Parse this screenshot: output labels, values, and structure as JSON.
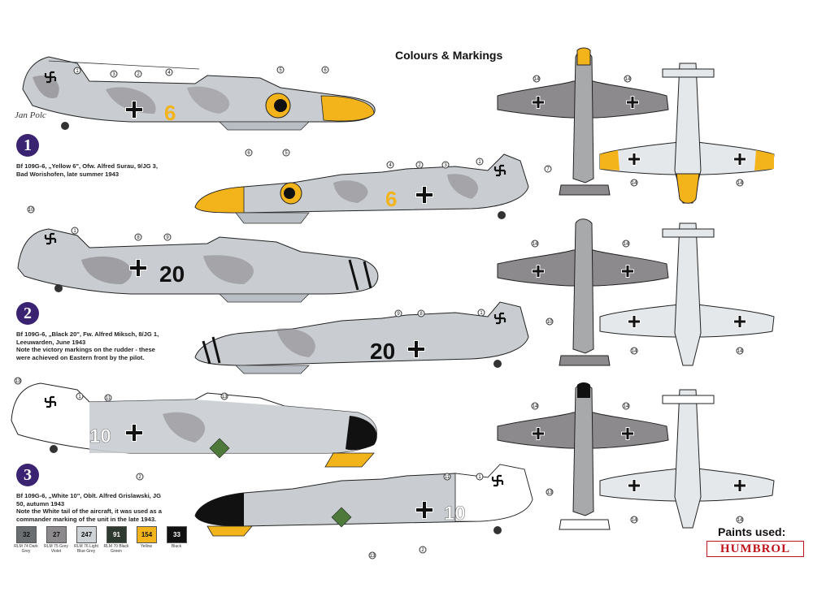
{
  "title": "Colours & Markings",
  "signature": "Jan Polc",
  "schemes": [
    {
      "number": "1",
      "caption_lines": [
        "Bf 109G-6, „Yellow 6\", Ofw. Alfred Surau, 9/JG 3,",
        "Bad Worishofen, late summer 1943"
      ],
      "fuselage_code": "6"
    },
    {
      "number": "2",
      "caption_lines": [
        "Bf 109G-6, „Black 20\", Fw. Alfred Miksch, 8/JG 1,",
        "Leeuwarden, June 1943"
      ],
      "note_lines": [
        "Note the victory markings on the rudder - these",
        "were achieved on Eastern front by the pilot."
      ],
      "fuselage_code": "20"
    },
    {
      "number": "3",
      "caption_lines": [
        "Bf 109G-6, „White 10\", Oblt. Alfred Grislawski, JG",
        "50, autumn 1943"
      ],
      "note_lines": [
        "Note the White tail of the aircraft, it was used as a",
        "commander marking of the unit in the late 1943."
      ],
      "fuselage_code": "10"
    }
  ],
  "paints": [
    {
      "code": "32",
      "name": "RLM 74 Dark Grey",
      "color": "#6b6e70",
      "text_color": "#111111"
    },
    {
      "code": "27",
      "name": "RLM 75 Grey Violet",
      "color": "#8d8a8e",
      "text_color": "#111111"
    },
    {
      "code": "247",
      "name": "RLM 76 Light Blue Grey",
      "color": "#cdd3d6",
      "text_color": "#111111"
    },
    {
      "code": "91",
      "name": "RLM 70 Black Green",
      "color": "#2e3a2f",
      "text_color": "#ffffff"
    },
    {
      "code": "154",
      "name": "Yellow",
      "color": "#f3b41b",
      "text_color": "#111111"
    },
    {
      "code": "33",
      "name": "Black",
      "color": "#111111",
      "text_color": "#ffffff"
    }
  ],
  "paints_used_label": "Paints used:",
  "brand": "HUMBROL",
  "callouts": [
    "1",
    "2",
    "3",
    "4",
    "5",
    "6",
    "7",
    "8",
    "9",
    "10",
    "11",
    "12",
    "13",
    "14"
  ],
  "colors": {
    "badge": "#3a2370",
    "yellow": "#f3b41b",
    "brand_red": "#c0121b",
    "grey_light": "#cdd3d6",
    "grey_dark": "#6b6e70"
  }
}
